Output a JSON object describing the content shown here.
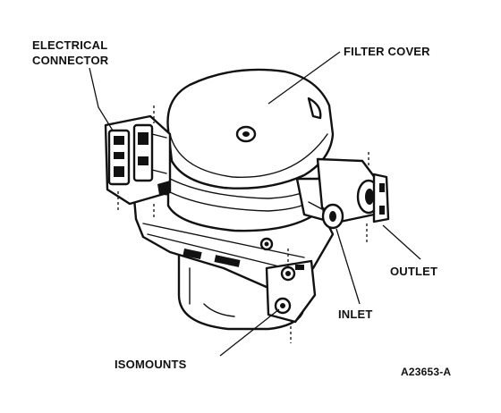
{
  "labels": {
    "electrical_connector_line1": "ELECTRICAL",
    "electrical_connector_line2": "CONNECTOR",
    "filter_cover": "FILTER COVER",
    "outlet": "OUTLET",
    "inlet": "INLET",
    "isomounts": "ISOMOUNTS",
    "figure_code": "A23653-A"
  }
}
